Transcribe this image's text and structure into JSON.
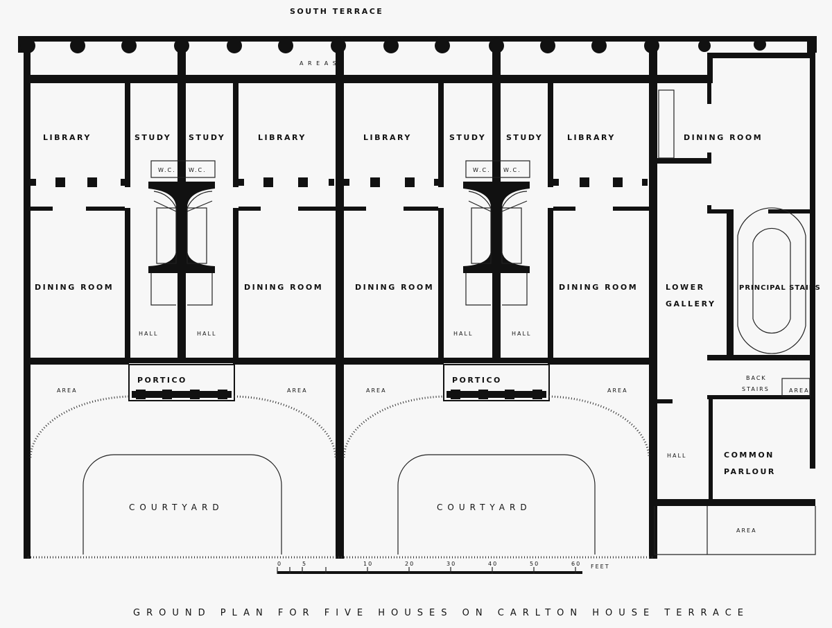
{
  "drawing": {
    "top_label": "SOUTH TERRACE",
    "areas_label": "A R E A S",
    "caption": "GROUND PLAN FOR FIVE HOUSES ON CARLTON HOUSE TERRACE",
    "scale_unit": "FEET",
    "scale_ticks": [
      "0",
      "5",
      "10",
      "20",
      "30",
      "40",
      "50",
      "60"
    ]
  },
  "rooms": {
    "library_1": "LIBRARY",
    "study_1": "STUDY",
    "study_2": "STUDY",
    "library_2": "LIBRARY",
    "library_3": "LIBRARY",
    "study_3": "STUDY",
    "study_4": "STUDY",
    "library_4": "LIBRARY",
    "dining_room_1": "DINING ROOM",
    "dining_room_2": "DINING ROOM",
    "dining_room_3": "DINING ROOM",
    "dining_room_4": "DINING ROOM",
    "dining_room_5": "DINING ROOM",
    "hall_1": "HALL",
    "hall_2": "HALL",
    "hall_3": "HALL",
    "hall_4": "HALL",
    "hall_5": "HALL",
    "portico_1": "PORTICO",
    "portico_2": "PORTICO",
    "area_1": "AREA",
    "area_2": "AREA",
    "area_3": "AREA",
    "area_4": "AREA",
    "area_5": "AREA",
    "area_6": "AREA",
    "courtyard_1": "COURTYARD",
    "courtyard_2": "COURTYARD",
    "lower_gallery_1": "LOWER",
    "lower_gallery_2": "GALLERY",
    "principal_stairs": "PRINCIPAL STAIRS",
    "back_stairs_1": "BACK",
    "back_stairs_2": "STAIRS",
    "common_parlour_1": "COMMON",
    "common_parlour_2": "PARLOUR",
    "wc": "W.C."
  }
}
